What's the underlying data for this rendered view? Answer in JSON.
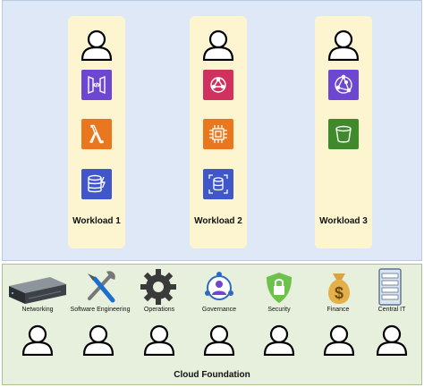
{
  "workloads": [
    {
      "label": "Workload 1",
      "services": [
        "api-gateway-icon",
        "lambda-icon",
        "dynamodb-icon"
      ]
    },
    {
      "label": "Workload 2",
      "services": [
        "eventbridge-icon",
        "ec2-icon",
        "rds-icon"
      ]
    },
    {
      "label": "Workload 3",
      "services": [
        "network-hub-icon",
        "s3-bucket-icon"
      ]
    }
  ],
  "foundation": {
    "title": "Cloud Foundation",
    "teams": [
      {
        "label": "Networking",
        "icon": "server-rack-icon"
      },
      {
        "label": "Software Engineering",
        "icon": "tools-icon"
      },
      {
        "label": "Operations",
        "icon": "gear-icon"
      },
      {
        "label": "Governance",
        "icon": "governance-icon"
      },
      {
        "label": "Security",
        "icon": "shield-lock-icon"
      },
      {
        "label": "Finance",
        "icon": "money-bag-icon"
      },
      {
        "label": "Central IT",
        "icon": "server-tower-icon"
      }
    ]
  },
  "colors": {
    "workload_area": "#dee8f7",
    "workload_lane": "#fdf5cf",
    "foundation_area": "#e6f0dc",
    "lambda_orange": "#e8771e",
    "api_purple": "#6d46d1",
    "eventbridge_pink": "#d1315f",
    "database_blue": "#4057c9",
    "storage_green": "#3f8a2a"
  }
}
